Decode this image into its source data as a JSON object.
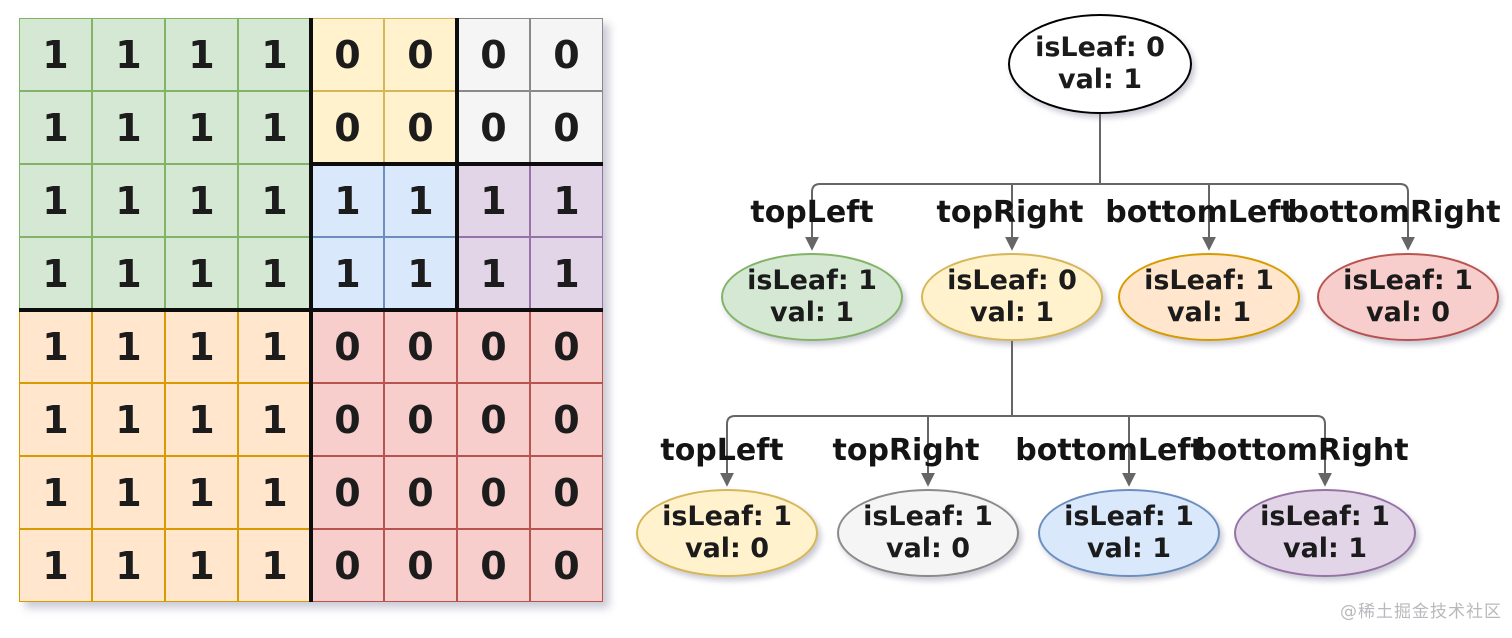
{
  "palette": {
    "green": {
      "fill": "#d5e8d4",
      "stroke": "#82b366"
    },
    "yellow": {
      "fill": "#fff2cc",
      "stroke": "#d6b656"
    },
    "gray": {
      "fill": "#f5f5f5",
      "stroke": "#8a8a8a"
    },
    "blue": {
      "fill": "#dae8fc",
      "stroke": "#6c8ebf"
    },
    "purple": {
      "fill": "#e1d5e7",
      "stroke": "#9673a6"
    },
    "orange": {
      "fill": "#ffe6cc",
      "stroke": "#d79b00"
    },
    "red": {
      "fill": "#f8cecc",
      "stroke": "#b85450"
    },
    "white": {
      "fill": "#ffffff",
      "stroke": "#000000"
    }
  },
  "edge_color": "#666666",
  "grid": {
    "rows": 8,
    "cols": 8,
    "values": [
      [
        1,
        1,
        1,
        1,
        0,
        0,
        0,
        0
      ],
      [
        1,
        1,
        1,
        1,
        0,
        0,
        0,
        0
      ],
      [
        1,
        1,
        1,
        1,
        1,
        1,
        1,
        1
      ],
      [
        1,
        1,
        1,
        1,
        1,
        1,
        1,
        1
      ],
      [
        1,
        1,
        1,
        1,
        0,
        0,
        0,
        0
      ],
      [
        1,
        1,
        1,
        1,
        0,
        0,
        0,
        0
      ],
      [
        1,
        1,
        1,
        1,
        0,
        0,
        0,
        0
      ],
      [
        1,
        1,
        1,
        1,
        0,
        0,
        0,
        0
      ]
    ],
    "regions": [
      [
        "green",
        "green",
        "green",
        "green",
        "yellow",
        "yellow",
        "gray",
        "gray"
      ],
      [
        "green",
        "green",
        "green",
        "green",
        "yellow",
        "yellow",
        "gray",
        "gray"
      ],
      [
        "green",
        "green",
        "green",
        "green",
        "blue",
        "blue",
        "purple",
        "purple"
      ],
      [
        "green",
        "green",
        "green",
        "green",
        "blue",
        "blue",
        "purple",
        "purple"
      ],
      [
        "orange",
        "orange",
        "orange",
        "orange",
        "red",
        "red",
        "red",
        "red"
      ],
      [
        "orange",
        "orange",
        "orange",
        "orange",
        "red",
        "red",
        "red",
        "red"
      ],
      [
        "orange",
        "orange",
        "orange",
        "orange",
        "red",
        "red",
        "red",
        "red"
      ],
      [
        "orange",
        "orange",
        "orange",
        "orange",
        "red",
        "red",
        "red",
        "red"
      ]
    ]
  },
  "tree": {
    "root": {
      "lines": [
        "isLeaf: 0",
        "val: 1"
      ],
      "region": "white"
    },
    "levels": [
      {
        "children": [
          {
            "edge": "topLeft",
            "lines": [
              "isLeaf: 1",
              "val: 1"
            ],
            "region": "green"
          },
          {
            "edge": "topRight",
            "lines": [
              "isLeaf: 0",
              "val: 1"
            ],
            "region": "yellow"
          },
          {
            "edge": "bottomLeft",
            "lines": [
              "isLeaf: 1",
              "val: 1"
            ],
            "region": "orange"
          },
          {
            "edge": "bottomRight",
            "lines": [
              "isLeaf: 1",
              "val: 0"
            ],
            "region": "red"
          }
        ]
      },
      {
        "children": [
          {
            "edge": "topLeft",
            "lines": [
              "isLeaf: 1",
              "val: 0"
            ],
            "region": "yellow"
          },
          {
            "edge": "topRight",
            "lines": [
              "isLeaf: 1",
              "val: 0"
            ],
            "region": "gray"
          },
          {
            "edge": "bottomLeft",
            "lines": [
              "isLeaf: 1",
              "val: 1"
            ],
            "region": "blue"
          },
          {
            "edge": "bottomRight",
            "lines": [
              "isLeaf: 1",
              "val: 1"
            ],
            "region": "purple"
          }
        ]
      }
    ]
  },
  "watermark": "@稀土掘金技术社区"
}
